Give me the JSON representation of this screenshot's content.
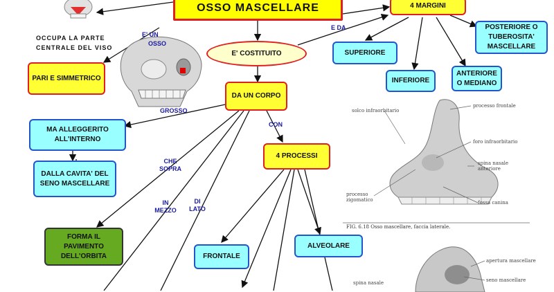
{
  "title": "OSSO      MASCELLARE",
  "margini": "4   MARGINI",
  "costituito": "E'     COSTITUITO",
  "corpo": "DA   UN CORPO",
  "processi": "4    PROCESSI",
  "pari": "PARI    E SIMMETRICO",
  "occupa": "OCCUPA   LA   PARTE CENTRALE   DEL  VISO",
  "alleggerito": "MA      ALLEGGERITO ALL'INTERNO",
  "cavita": "DALLA    CAVITA' DEL    SENO MASCELLARE",
  "pavimento": "FORMA    IL PAVIMENTO DELL'ORBITA",
  "frontale": "FRONTALE",
  "alveolare": "ALVEOLARE",
  "superiore": "SUPERIORE",
  "inferiore": "INFERIORE",
  "anteriore": "ANTERIORE   O   MEDIANO",
  "posteriore": "POSTERIORE     O TUBEROSITA' MASCELLARE",
  "labels": {
    "e_un": "E'  UN",
    "osso": "OSSO",
    "e_da": "E  DA",
    "grosso": "GROSSO",
    "con": "CON",
    "che_sopra": "CHE SOPRA",
    "in_mezzo": "IN MEZZO",
    "di_lato": "DI LATO"
  },
  "figure": {
    "caption": "FIG. 6.18 Osso mascellare, faccia laterale.",
    "solco": "solco infraorbitario",
    "processo_frontale": "processo frontale",
    "foro": "foro infraorbitario",
    "spina": "spina nasale anteriore",
    "processo_zigomatico": "processo zigomatico",
    "fossa": "fossa canina",
    "apertura": "apertura mascellare",
    "seno": "seno mascellare",
    "spina2": "spina nasale"
  },
  "colors": {
    "yellow": "#ffff00",
    "cyan": "#99ffff",
    "green": "#66aa22",
    "red_border": "#e02020",
    "blue_border": "#2255cc",
    "label_blue": "#1a1aa0"
  }
}
